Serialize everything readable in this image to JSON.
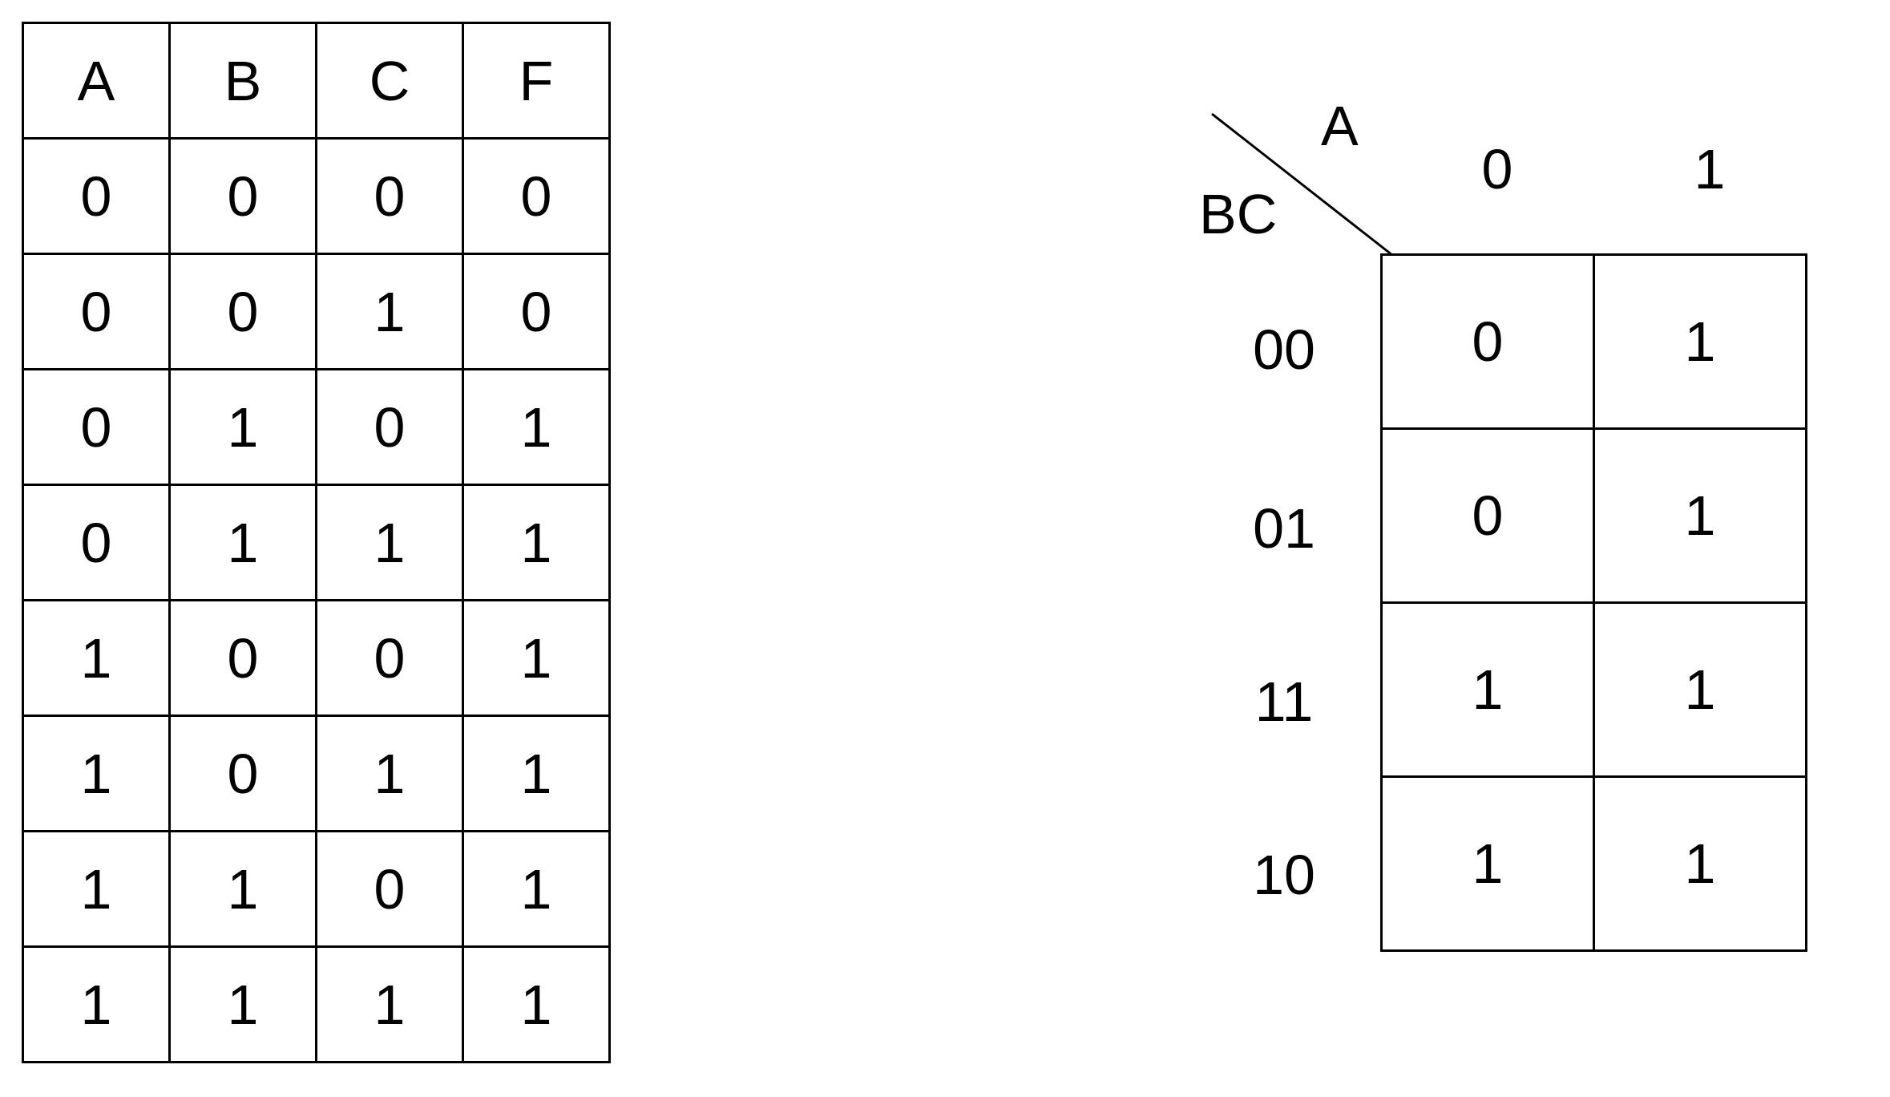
{
  "truth_table": {
    "headers": [
      "A",
      "B",
      "C",
      "F"
    ],
    "rows": [
      [
        "0",
        "0",
        "0",
        "0"
      ],
      [
        "0",
        "0",
        "1",
        "0"
      ],
      [
        "0",
        "1",
        "0",
        "1"
      ],
      [
        "0",
        "1",
        "1",
        "1"
      ],
      [
        "1",
        "0",
        "0",
        "1"
      ],
      [
        "1",
        "0",
        "1",
        "1"
      ],
      [
        "1",
        "1",
        "0",
        "1"
      ],
      [
        "1",
        "1",
        "1",
        "1"
      ]
    ]
  },
  "kmap": {
    "col_variable": "A",
    "row_variable": "BC",
    "col_headers": [
      "0",
      "1"
    ],
    "row_headers": [
      "00",
      "01",
      "11",
      "10"
    ],
    "cells": [
      [
        "0",
        "1"
      ],
      [
        "0",
        "1"
      ],
      [
        "1",
        "1"
      ],
      [
        "1",
        "1"
      ]
    ]
  }
}
